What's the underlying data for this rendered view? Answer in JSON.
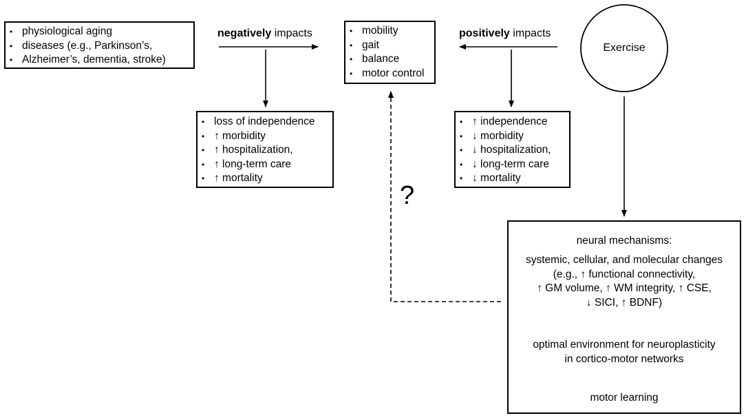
{
  "causes": {
    "items": [
      "physiological aging",
      "diseases (e.g., Parkinson’s,",
      "Alzheimer’s, dementia, stroke)"
    ]
  },
  "negative_label": {
    "bold": "negatively",
    "rest": " impacts"
  },
  "positive_label": {
    "bold": "positively",
    "rest": " impacts"
  },
  "motor": {
    "items": [
      "mobility",
      "gait",
      "balance",
      "motor control"
    ]
  },
  "negative_outcomes": {
    "items": [
      "loss of independence",
      "↑ morbidity",
      "↑ hospitalization,",
      "↑ long-term care",
      "↑ mortality"
    ]
  },
  "positive_outcomes": {
    "items": [
      "↑ independence",
      "↓ morbidity",
      "↓ hospitalization,",
      "↓ long-term care",
      "↓ mortality"
    ]
  },
  "exercise": {
    "label": "Exercise"
  },
  "question_mark": "?",
  "mechanisms": {
    "title": "neural mechanisms:",
    "lines": [
      "systemic, cellular, and molecular changes",
      "(e.g., ↑ functional connectivity,",
      "↑ GM volume, ↑ WM integrity, ↑ CSE,",
      "↓ SICI, ↑ BDNF)"
    ],
    "environment_lines": [
      "optimal environment for neuroplasticity",
      "in cortico-motor networks"
    ],
    "result": "motor learning"
  }
}
